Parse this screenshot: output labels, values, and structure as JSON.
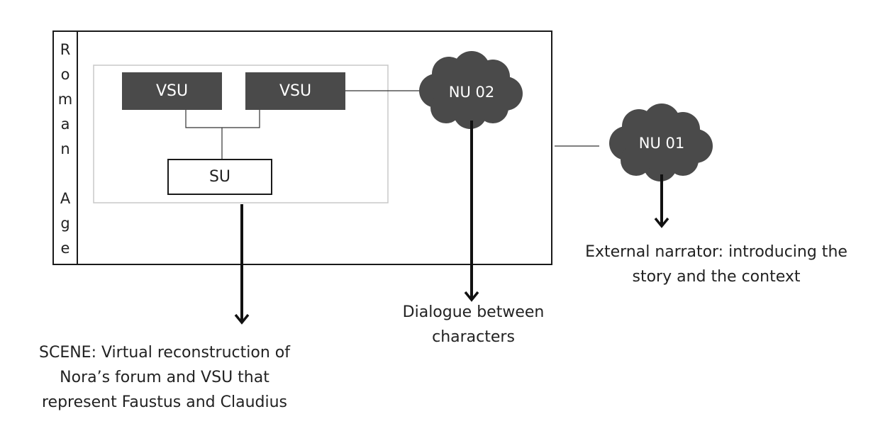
{
  "era_label": [
    "R",
    "o",
    "m",
    "a",
    "n",
    "",
    "A",
    "g",
    "e"
  ],
  "nodes": {
    "vsu_left": "VSU",
    "vsu_right": "VSU",
    "su": "SU",
    "nu02": "NU 02",
    "nu01": "NU 01"
  },
  "captions": {
    "scene": [
      "SCENE: Virtual reconstruction of",
      "Nora’s forum and VSU that",
      "represent Faustus and Claudius"
    ],
    "dialogue": [
      "Dialogue between",
      "characters"
    ],
    "narrator": [
      "External narrator: introducing the",
      "story and the context"
    ]
  },
  "colors": {
    "dark_fill": "#4a4a4a",
    "cloud_fill": "#4a4a4a",
    "line": "#1a1a1a",
    "scene_border": "#c8c8c8"
  }
}
